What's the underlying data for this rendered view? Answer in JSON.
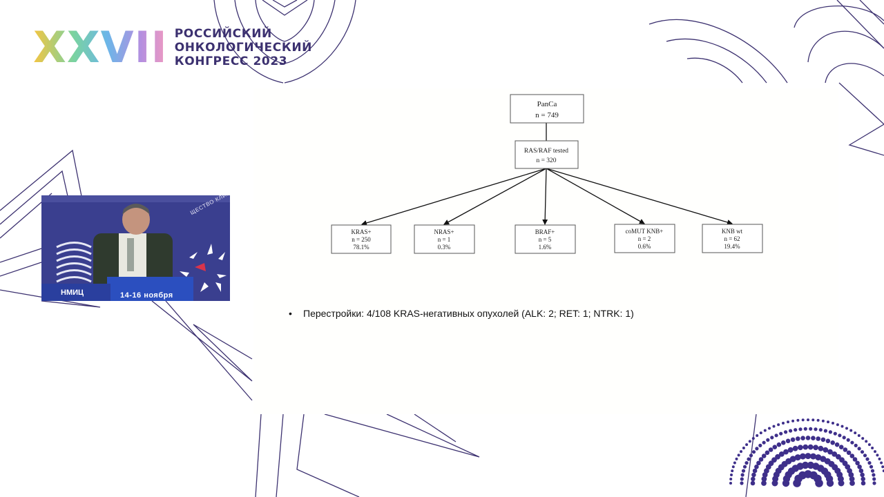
{
  "logo": {
    "numeral": "XXVII",
    "line1": "РОССИЙСКИЙ",
    "line2": "ОНКОЛОГИЧЕСКИЙ",
    "line3": "КОНГРЕСС 2023"
  },
  "colors": {
    "brand_purple": "#3c3170",
    "deco_stroke": "#3c3170",
    "dots": "#3e2f8a",
    "slide_bg": "#fffffd",
    "video_bg": "#3a3f8f"
  },
  "flowchart": {
    "root": {
      "line1": "PanCa",
      "line2": "n = 749"
    },
    "tested": {
      "line1": "RAS/RAF tested",
      "line2": "n = 320"
    },
    "leaves": [
      {
        "line1": "KRAS+",
        "line2": "n = 250",
        "line3": "78.1%"
      },
      {
        "line1": "NRAS+",
        "line2": "n = 1",
        "line3": "0.3%"
      },
      {
        "line1": "BRAF+",
        "line2": "n = 5",
        "line3": "1.6%"
      },
      {
        "line1": "coMUT KNB+",
        "line2": "n = 2",
        "line3": "0.6%"
      },
      {
        "line1": "KNB wt",
        "line2": "n = 62",
        "line3": "19.4%"
      }
    ]
  },
  "bullet": {
    "symbol": "•",
    "text": "Перестройки: 4/108 KRAS-негативных опухолей (ALK: 2; RET: 1; NTRK: 1)"
  },
  "video": {
    "banner_text": "НМИЦ",
    "date_text": "14-16 ноября",
    "arc_text": "ЩЕСТВО КЛИНИЧЕСК"
  }
}
